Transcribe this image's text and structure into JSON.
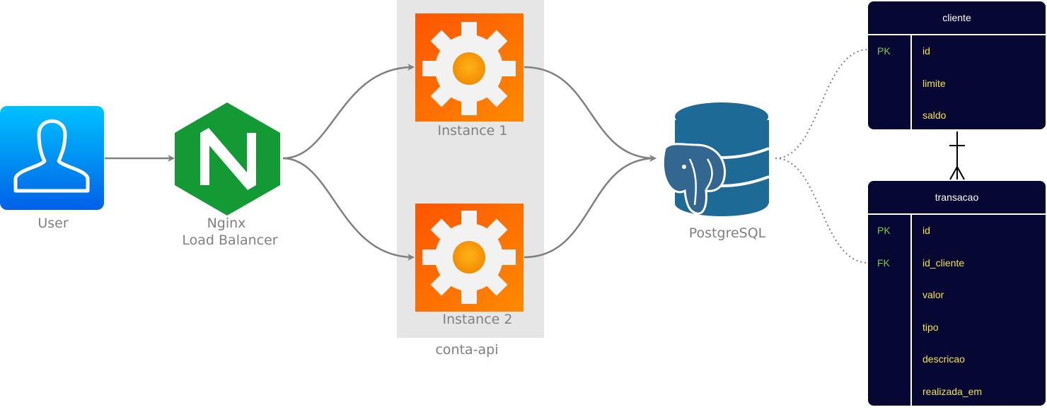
{
  "nodes": {
    "user": {
      "label": "User"
    },
    "nginx": {
      "label_line1": "Nginx",
      "label_line2": "Load Balancer"
    },
    "instance1": {
      "label": "Instance 1"
    },
    "instance2": {
      "label": "Instance 2"
    },
    "group": {
      "label": "conta-api"
    },
    "postgres": {
      "label": "PostgreSQL"
    }
  },
  "tables": {
    "cliente": {
      "title": "cliente",
      "rows": [
        {
          "key": "PK",
          "column": "id"
        },
        {
          "key": "",
          "column": "limite"
        },
        {
          "key": "",
          "column": "saldo"
        }
      ]
    },
    "transacao": {
      "title": "transacao",
      "rows": [
        {
          "key": "PK",
          "column": "id"
        },
        {
          "key": "FK",
          "column": "id_cliente"
        },
        {
          "key": "",
          "column": "valor"
        },
        {
          "key": "",
          "column": "tipo"
        },
        {
          "key": "",
          "column": "descricao"
        },
        {
          "key": "",
          "column": "realizada_em"
        }
      ]
    }
  },
  "colors": {
    "arrow": "#808080",
    "group_bg": "#e6e6e6",
    "table_bg": "#070734",
    "key_text": "#7ec850",
    "column_text": "#f2e34a",
    "nginx_green": "#149a34",
    "instance_orange": "#ff6a00",
    "postgres_blue": "#1d6a96"
  }
}
